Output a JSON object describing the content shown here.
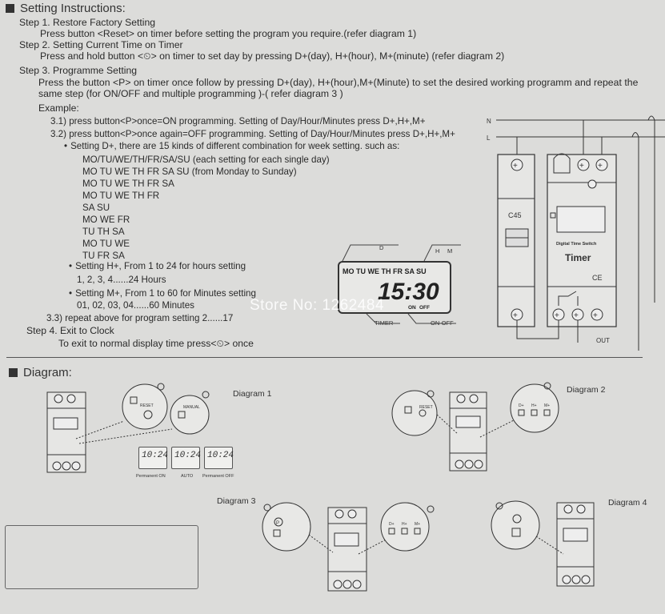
{
  "setting": {
    "title": "Setting Instructions:",
    "step1": "Step 1. Restore Factory Setting",
    "step1_text": "Press button <Reset> on timer before setting the program you require.(refer diagram 1)",
    "step2": "Step 2. Setting Current Time on Timer",
    "step2_text": "Press and hold button <⏲> on timer to set day by pressing D+(day), H+(hour), M+(minute) (refer diagram 2)",
    "step3": "Step 3. Programme Setting",
    "step3_text1": "Press the button <P> on timer once follow by pressing D+(day), H+(hour),M+(Minute) to set the desired working programm and repeat the",
    "step3_text2": "same step (for ON/OFF and multiple programming )-( refer diagram 3 )",
    "example": "Example:",
    "ex31": "3.1) press button<P>once=ON programming. Setting of Day/Hour/Minutes press D+,H+,M+",
    "ex32": "3.2) press button<P>once again=OFF programming. Setting of Day/Hour/Minutes press D+,H+,M+",
    "bullet_d": "Setting D+, there are 15 kinds of different combination for week setting. such as:",
    "combos": [
      "MO/TU/WE/TH/FR/SA/SU (each setting for each single day)",
      "MO TU WE TH FR SA SU (from Monday to Sunday)",
      "MO TU WE TH FR SA",
      "MO TU WE TH FR",
      "SA SU",
      "MO WE FR",
      "TU TH SA",
      "MO TU WE",
      "TU FR SA"
    ],
    "bullet_h": "Setting H+, From 1 to 24 for hours setting",
    "hours_range": "1, 2, 3, 4......24 Hours",
    "bullet_m": "Setting M+, From 1 to 60 for Minutes setting",
    "minutes_range": "01, 02, 03, 04......60 Minutes",
    "ex33": "3.3) repeat above for program setting 2......17",
    "step4": "Step 4. Exit to Clock",
    "step4_text": "To exit to normal display time press<⏲> once"
  },
  "lcd": {
    "days": "MO TU WE TH FR SA SU",
    "time": "15:30",
    "label_d": "D",
    "label_h": "H",
    "label_m": "M",
    "label_on": "ON",
    "label_off": "OFF",
    "label_timer": "TIMER",
    "label_onoff": "ON-OFF"
  },
  "wiring": {
    "label_n": "N",
    "label_l": "L",
    "breaker": "C45",
    "brand": "Digital Time Switch",
    "model": "Timer",
    "ce": "CE",
    "out": "OUT"
  },
  "watermark": "Store No: 1262484",
  "diagram": {
    "title": "Diagram:",
    "d1": "Diagram 1",
    "d2": "Diagram 2",
    "d3": "Diagram 3",
    "d4": "Diagram 4",
    "mode_on": "Permanent ON",
    "mode_auto": "AUTO",
    "mode_off": "Permanent OFF",
    "mode_time": "10:24",
    "reset": "RESET",
    "manual": "MANUAL",
    "btn_d": "D+",
    "btn_h": "H+",
    "btn_m": "M+",
    "btn_p": "P"
  }
}
